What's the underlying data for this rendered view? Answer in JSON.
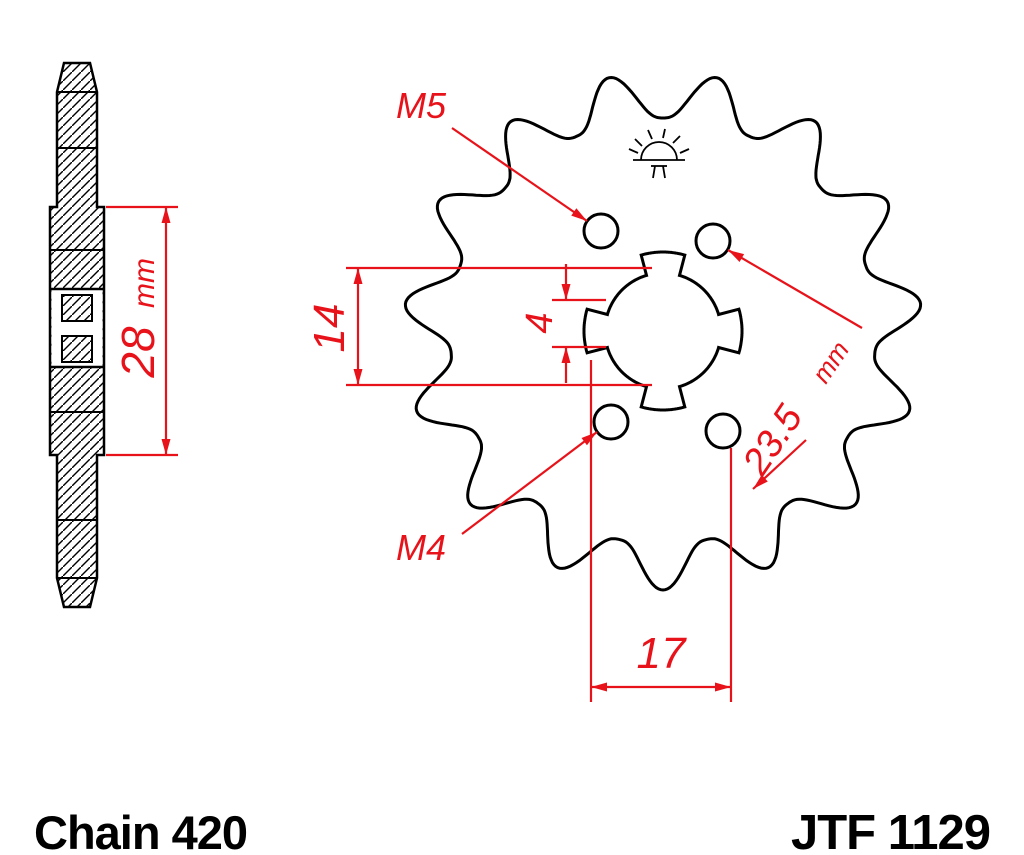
{
  "colors": {
    "dimension_red": "#e8131a",
    "drawing_black": "#000000",
    "background": "#ffffff"
  },
  "gear": {
    "teeth": 15
  },
  "drawing": {
    "labels": {
      "m5": "M5",
      "m4": "M4",
      "dim_bore_height": "14",
      "dim_keyway": "4",
      "dim_hole_spacing_value": "23.5",
      "dim_hole_spacing_unit": "mm",
      "dim_hole_width": "17",
      "dim_side_width_value": "28",
      "dim_side_width_unit": "mm"
    }
  },
  "footer": {
    "chain_label": "Chain 420",
    "part_number": "JTF 1129"
  }
}
